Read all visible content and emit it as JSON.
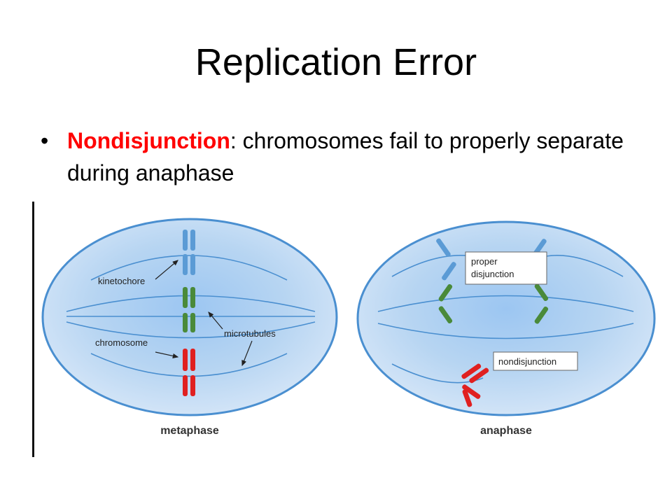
{
  "slide": {
    "title": "Replication Error",
    "bullet": {
      "symbol": "•",
      "term": "Nondisjunction",
      "definition": ":  chromosomes fail to properly separate during anaphase"
    }
  },
  "diagram": {
    "metaphase": {
      "label": "metaphase",
      "kinetochore_label": "kinetochore",
      "chromosome_label": "chromosome",
      "microtubules_label": "microtubules"
    },
    "anaphase": {
      "label": "anaphase",
      "proper_box_line1": "proper",
      "proper_box_line2": "disjunction",
      "nondisjunction_box": "nondisjunction"
    }
  },
  "colors": {
    "bullet_term": "#ff0000",
    "cell_fill": "#b8d4f0",
    "cell_outline": "#4a8fd0",
    "chromosome_blue": "#5b9bd5",
    "chromosome_green": "#4a8a3a",
    "chromosome_red": "#e02020"
  }
}
